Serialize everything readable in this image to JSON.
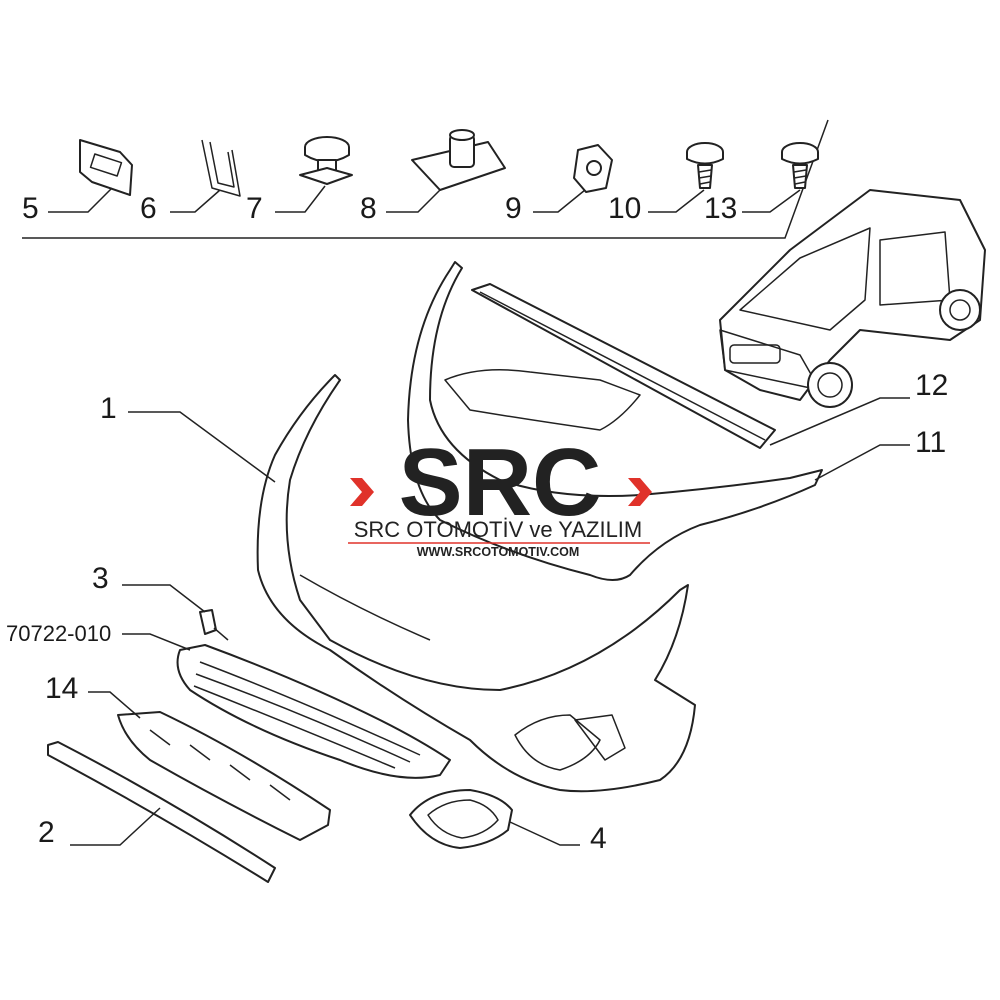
{
  "callouts": {
    "c1": "1",
    "c2": "2",
    "c3": "3",
    "c4": "4",
    "c5": "5",
    "c6": "6",
    "c7": "7",
    "c8": "8",
    "c9": "9",
    "c10": "10",
    "c11": "11",
    "c12": "12",
    "c13": "13",
    "c14": "14",
    "c70722": "70722-010"
  },
  "watermark": {
    "logo": "SRC",
    "company": "SRC OTOMOTİV ve YAZILIM",
    "website": "WWW.SRCOTOMOTIV.COM",
    "accent_color": "#e0322a"
  }
}
